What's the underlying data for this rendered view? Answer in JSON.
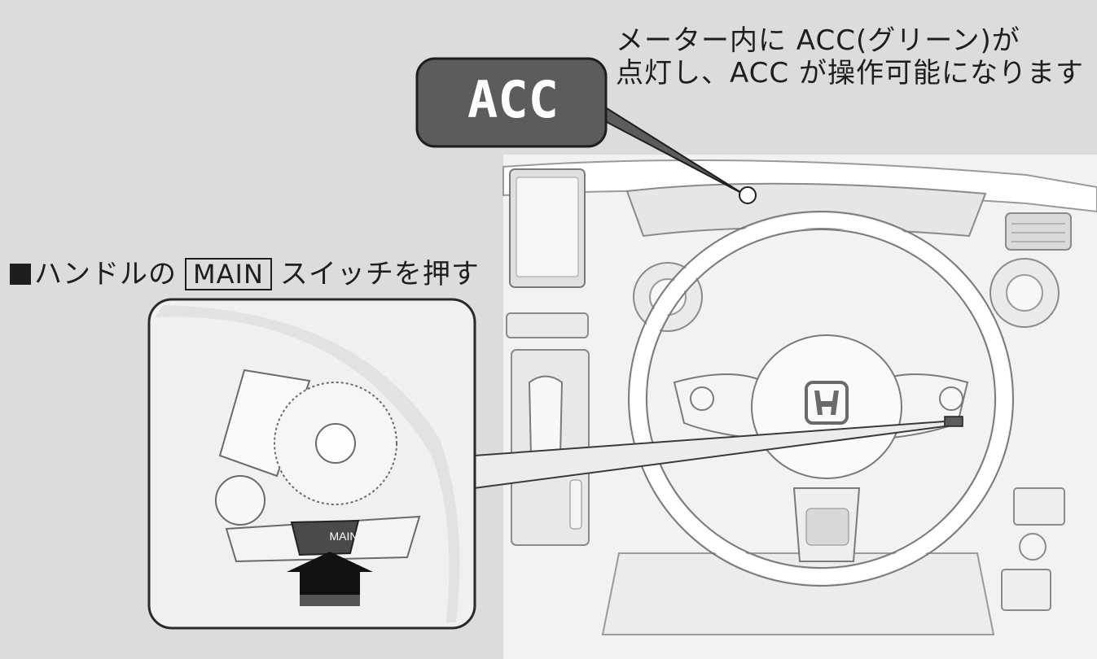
{
  "indicator": {
    "label": "ACC",
    "description_line1": "メーター内に ACC(グリーン)が",
    "description_line2": "点灯し、ACC が操作可能になります"
  },
  "instruction": {
    "prefix": "ハンドルの",
    "switch_name": "MAIN",
    "suffix": "スイッチを押す"
  },
  "switch_button_label": "MAIN",
  "colors": {
    "background": "#dcdcdc",
    "bubble": "#5c5c5c",
    "text": "#1e1e1e",
    "arrow": "#111111"
  }
}
